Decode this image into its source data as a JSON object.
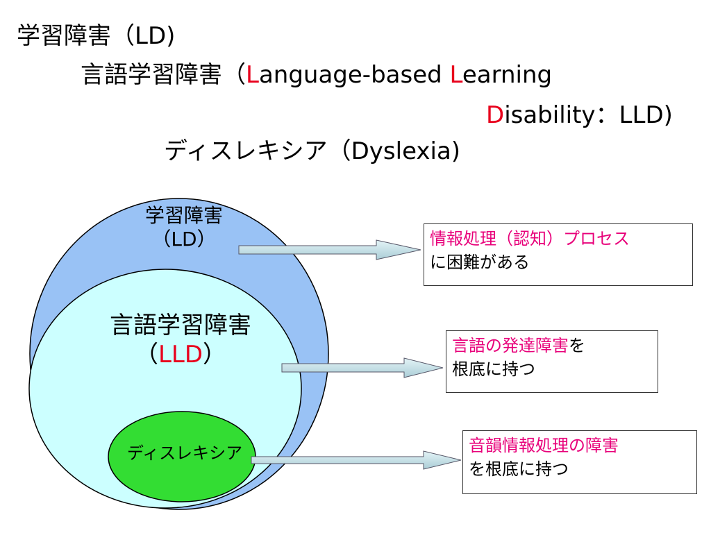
{
  "title": {
    "line1": "学習障害（LD)",
    "line2": {
      "prefix": "言語学習障害（",
      "l1": "L",
      "anguage": "anguage-based ",
      "l2": "L",
      "earning": "earning"
    },
    "line3": {
      "d": "D",
      "rest": "isability：LLD)"
    },
    "line4": "ディスレキシア（Dyslexia)"
  },
  "diagram": {
    "ld_label_line1": "学習障害",
    "ld_label_line2": "（LD）",
    "lld_label_line1": "言語学習障害",
    "lld_label_open": "（",
    "lld_label_abbr": "LLD",
    "lld_label_close": "）",
    "dyslexia_label": "ディスレキシア"
  },
  "boxes": {
    "box1": {
      "highlight": "情報処理（認知）プロセス",
      "rest": "に困難がある"
    },
    "box2": {
      "highlight": "言語の発達障害",
      "tail": "を",
      "rest": "根底に持つ"
    },
    "box3": {
      "highlight": "音韻情報処理の障害",
      "rest": "を根底に持つ"
    }
  },
  "colors": {
    "title_accent": "#e8001c",
    "box_highlight": "#e8007a",
    "ld_circle": "#99c2f5",
    "lld_circle": "#ccffff",
    "dyslexia_circle": "#33dd33",
    "arrow": "#c8e6ec"
  }
}
